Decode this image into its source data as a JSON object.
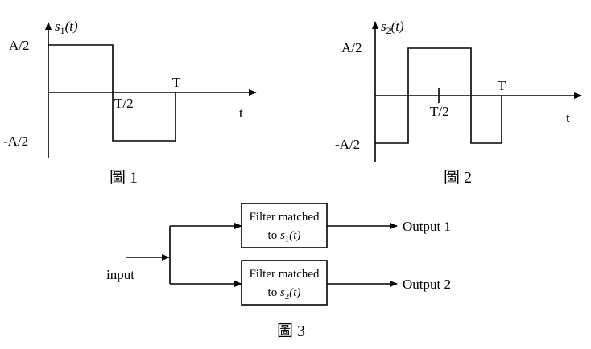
{
  "figure1": {
    "title_base": "s",
    "title_sub": "1",
    "title_arg": "(t)",
    "y_high": "A/2",
    "y_low": "-A/2",
    "x_half": "T/2",
    "x_full": "T",
    "x_axis": "t",
    "caption": "圖 1",
    "signal": {
      "segments": [
        {
          "from": "0",
          "to": "T/2",
          "level": "A/2"
        },
        {
          "from": "T/2",
          "to": "T",
          "level": "-A/2"
        }
      ]
    }
  },
  "figure2": {
    "title_base": "s",
    "title_sub": "2",
    "title_arg": "(t)",
    "y_high": "A/2",
    "y_low": "-A/2",
    "x_half": "T/2",
    "x_full": "T",
    "x_axis": "t",
    "caption": "圖 2",
    "signal": {
      "segments": [
        {
          "from": "0",
          "to": "T/4",
          "level": "-A/2"
        },
        {
          "from": "T/4",
          "to": "3T/4",
          "level": "A/2"
        },
        {
          "from": "3T/4",
          "to": "T",
          "level": "-A/2"
        }
      ]
    }
  },
  "figure3": {
    "input_label": "input",
    "filter1": {
      "line1": "Filter matched",
      "line2_prefix": "to ",
      "line2_base": "s",
      "line2_sub": "1",
      "line2_arg": "(t)"
    },
    "filter2": {
      "line1": "Filter matched",
      "line2_prefix": "to ",
      "line2_base": "s",
      "line2_sub": "2",
      "line2_arg": "(t)"
    },
    "output1": "Output 1",
    "output2": "Output 2",
    "caption": "圖 3"
  }
}
